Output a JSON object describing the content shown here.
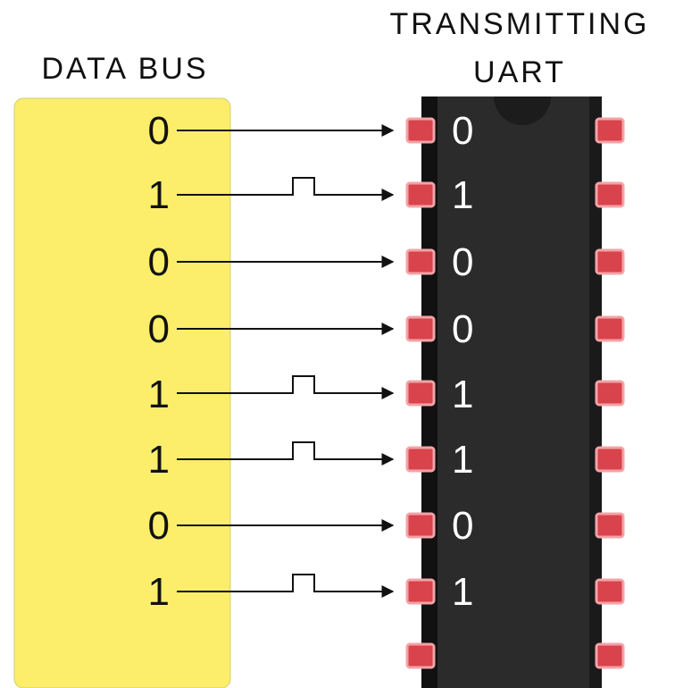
{
  "data_bus": {
    "label": "DATA BUS",
    "color": "#FCEE6A"
  },
  "uart": {
    "label_line1": "TRANSMITTING",
    "label_line2": "UART",
    "body_color": "#2B2B2B",
    "pin_color": "#D9434B"
  },
  "bits": [
    {
      "bus": "0",
      "uart": "0",
      "pulse": false
    },
    {
      "bus": "1",
      "uart": "1",
      "pulse": true
    },
    {
      "bus": "0",
      "uart": "0",
      "pulse": false
    },
    {
      "bus": "0",
      "uart": "0",
      "pulse": false
    },
    {
      "bus": "1",
      "uart": "1",
      "pulse": true
    },
    {
      "bus": "1",
      "uart": "1",
      "pulse": true
    },
    {
      "bus": "0",
      "uart": "0",
      "pulse": false
    },
    {
      "bus": "1",
      "uart": "1",
      "pulse": true
    }
  ]
}
